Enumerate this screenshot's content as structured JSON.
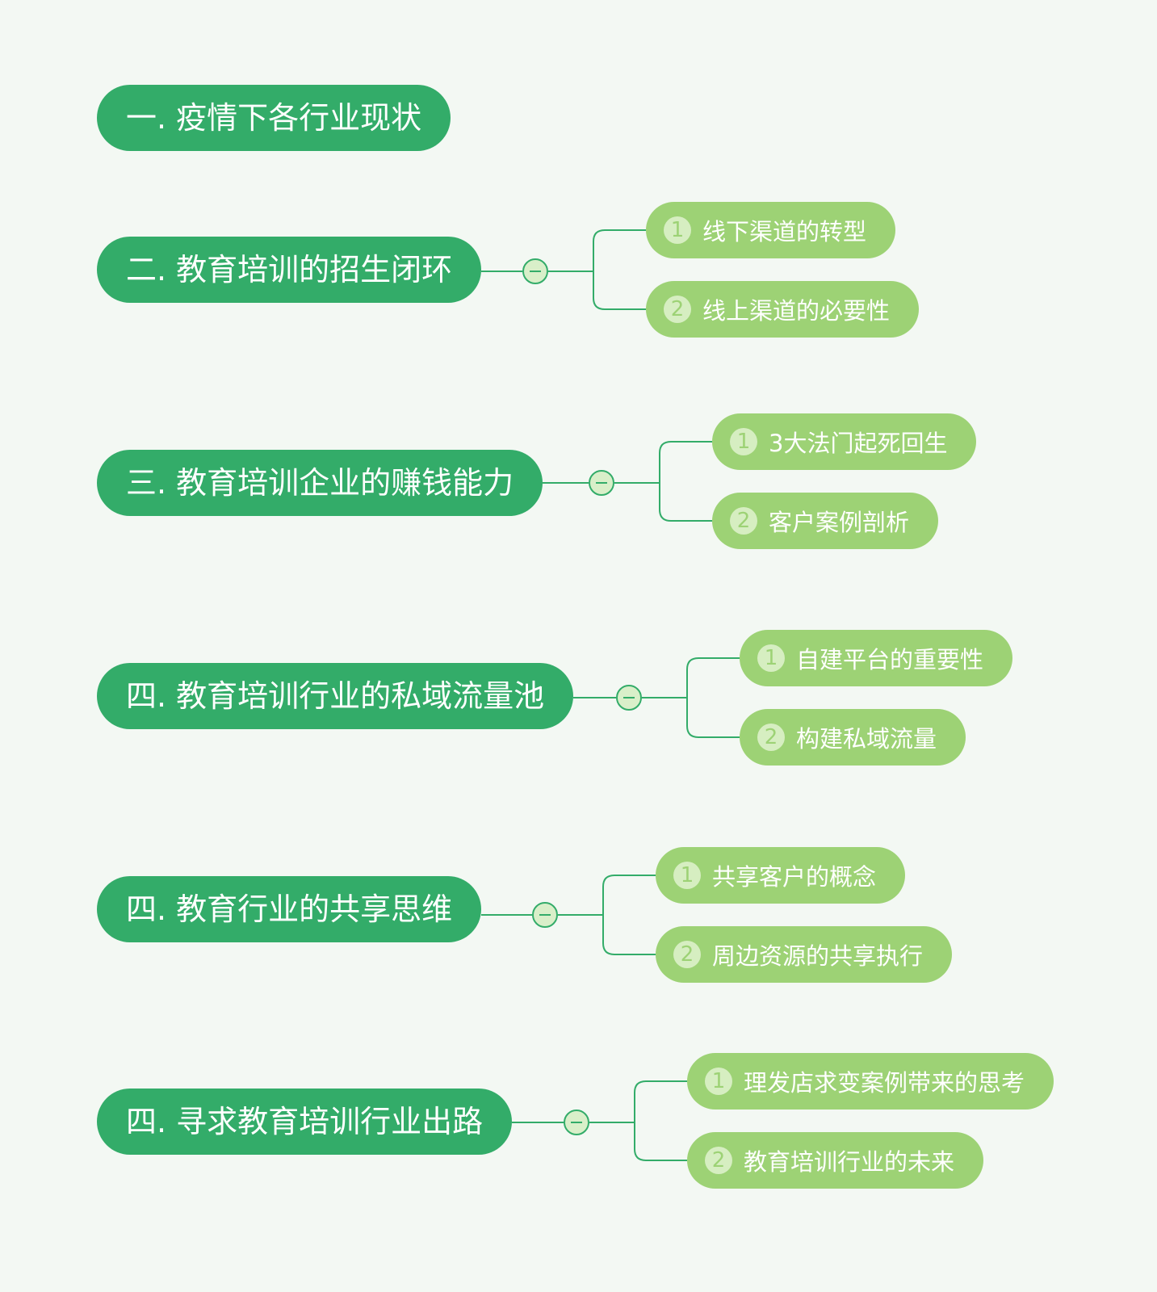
{
  "colors": {
    "background": "#f3f8f3",
    "topic": "#33ac69",
    "subtopic": "#9dd275",
    "connector": "#33ac69",
    "badge": "#d6eec1"
  },
  "icons": {
    "collapse": "minus-circle-icon"
  },
  "topics": [
    {
      "label": "一. 疫情下各行业现状",
      "children": []
    },
    {
      "label": "二. 教育培训的招生闭环",
      "children": [
        {
          "number": "1",
          "label": "线下渠道的转型"
        },
        {
          "number": "2",
          "label": "线上渠道的必要性"
        }
      ]
    },
    {
      "label": "三. 教育培训企业的赚钱能力",
      "children": [
        {
          "number": "1",
          "label": "3大法门起死回生"
        },
        {
          "number": "2",
          "label": "客户案例剖析"
        }
      ]
    },
    {
      "label": "四. 教育培训行业的私域流量池",
      "children": [
        {
          "number": "1",
          "label": "自建平台的重要性"
        },
        {
          "number": "2",
          "label": "构建私域流量"
        }
      ]
    },
    {
      "label": "四. 教育行业的共享思维",
      "children": [
        {
          "number": "1",
          "label": "共享客户的概念"
        },
        {
          "number": "2",
          "label": "周边资源的共享执行"
        }
      ]
    },
    {
      "label": "四. 寻求教育培训行业出路",
      "children": [
        {
          "number": "1",
          "label": "理发店求变案例带来的思考"
        },
        {
          "number": "2",
          "label": "教育培训行业的未来"
        }
      ]
    }
  ]
}
